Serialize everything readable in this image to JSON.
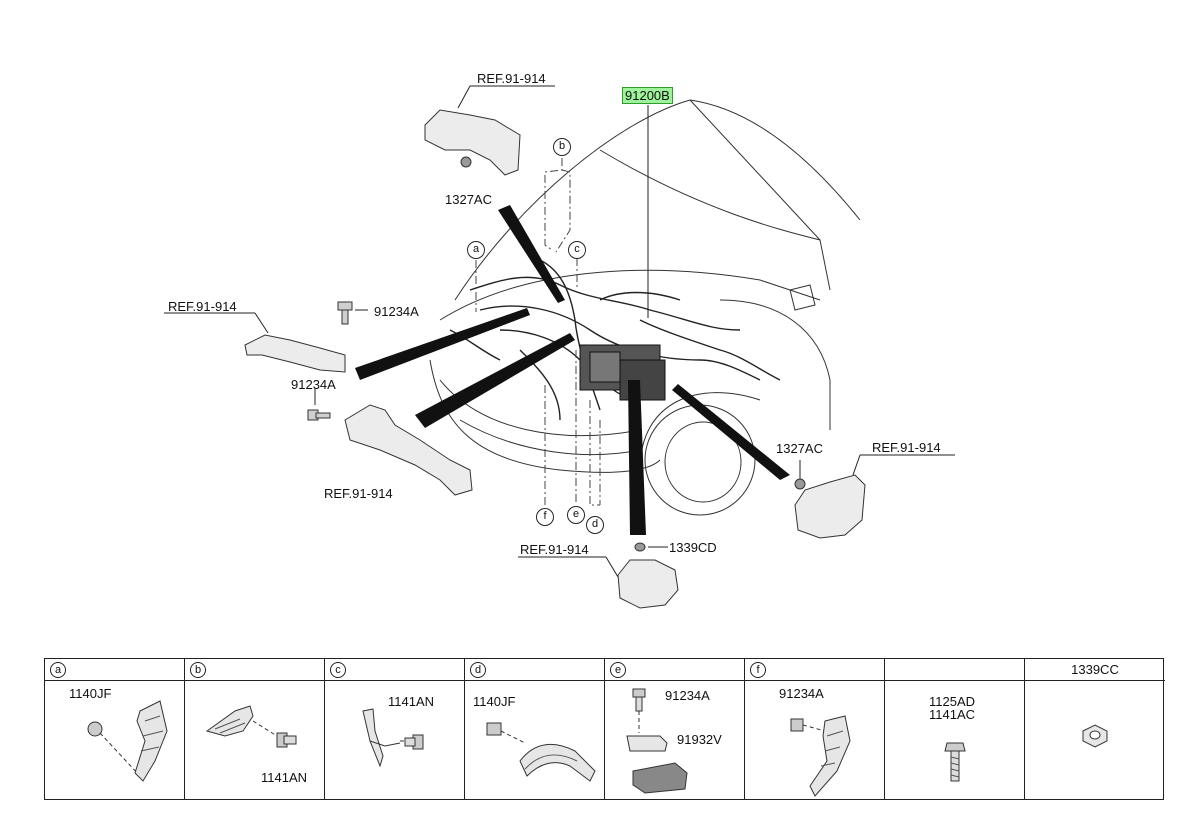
{
  "main_labels": {
    "ref_top": "REF.91-914",
    "harness": "91200B",
    "bolt_top": "1327AC",
    "ref_left": "REF.91-914",
    "bolt_left_1": "91234A",
    "bolt_left_2": "91234A",
    "ref_bottom_left": "REF.91-914",
    "bolt_right": "1327AC",
    "ref_right": "REF.91-914",
    "ref_bottom_center": "REF.91-914",
    "nut_bottom": "1339CD"
  },
  "callouts": {
    "a": "a",
    "b": "b",
    "c": "c",
    "d": "d",
    "e": "e",
    "f": "f"
  },
  "table": {
    "cells": [
      {
        "letter": "a",
        "title": "",
        "parts": [
          "1140JF"
        ]
      },
      {
        "letter": "b",
        "title": "",
        "parts": [
          "1141AN"
        ]
      },
      {
        "letter": "c",
        "title": "",
        "parts": [
          "1141AN"
        ]
      },
      {
        "letter": "d",
        "title": "",
        "parts": [
          "1140JF"
        ]
      },
      {
        "letter": "e",
        "title": "",
        "parts": [
          "91234A",
          "91932V"
        ]
      },
      {
        "letter": "f",
        "title": "",
        "parts": [
          "91234A"
        ]
      },
      {
        "letter": "",
        "title": "",
        "parts": [
          "1125AD",
          "1141AC"
        ]
      },
      {
        "letter": "",
        "title": "1339CC",
        "parts": []
      }
    ]
  },
  "colors": {
    "highlight_fill": "#9ef29a",
    "line": "#222222",
    "part_fill": "#e6e6e6"
  }
}
